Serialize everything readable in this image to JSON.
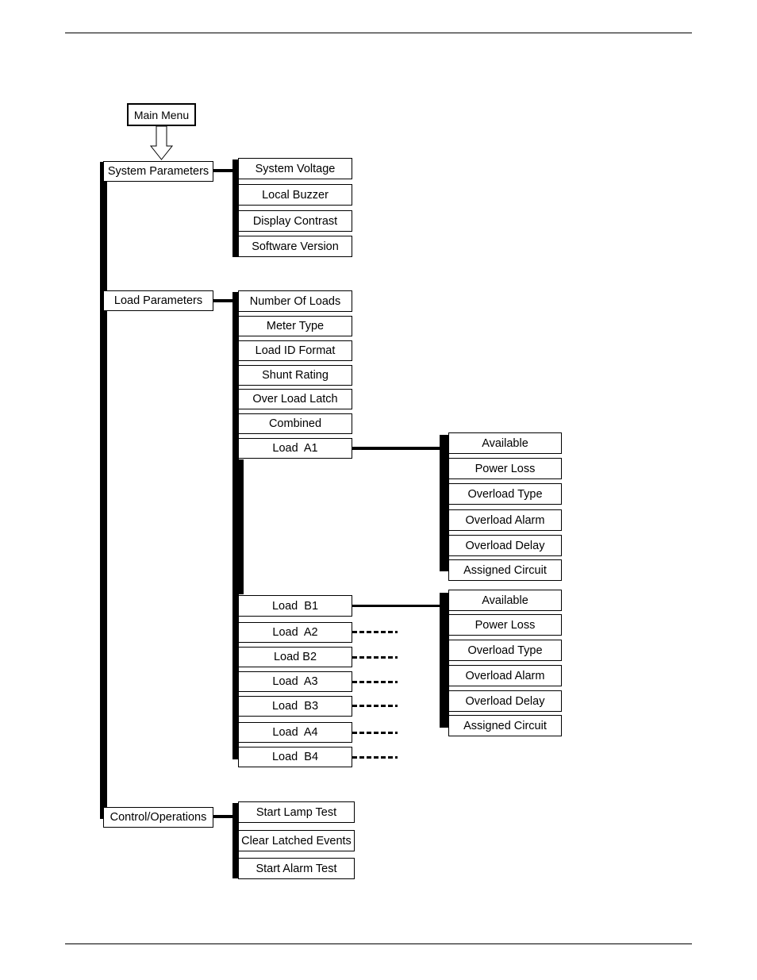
{
  "main_menu": "Main Menu",
  "level1": [
    "System Parameters",
    "Load Parameters",
    "Control/Operations"
  ],
  "system_parameters": [
    "System Voltage",
    "Local Buzzer",
    "Display Contrast",
    "Software Version"
  ],
  "load_parameters": [
    "Number Of Loads",
    "Meter Type",
    "Load ID Format",
    "Shunt Rating",
    "Over Load Latch",
    "Combined",
    "Load  A1",
    "Load  B1",
    "Load  A2",
    "Load B2",
    "Load  A3",
    "Load  B3",
    "Load  A4",
    "Load  B4"
  ],
  "load_a1_items": [
    "Available",
    "Power Loss",
    "Overload Type",
    "Overload Alarm",
    "Overload Delay",
    "Assigned Circuit"
  ],
  "load_b1_items": [
    "Available",
    "Power Loss",
    "Overload Type",
    "Overload Alarm",
    "Overload Delay",
    "Assigned Circuit"
  ],
  "control_operations": [
    "Start Lamp Test",
    "Clear Latched Events",
    "Start Alarm Test"
  ]
}
